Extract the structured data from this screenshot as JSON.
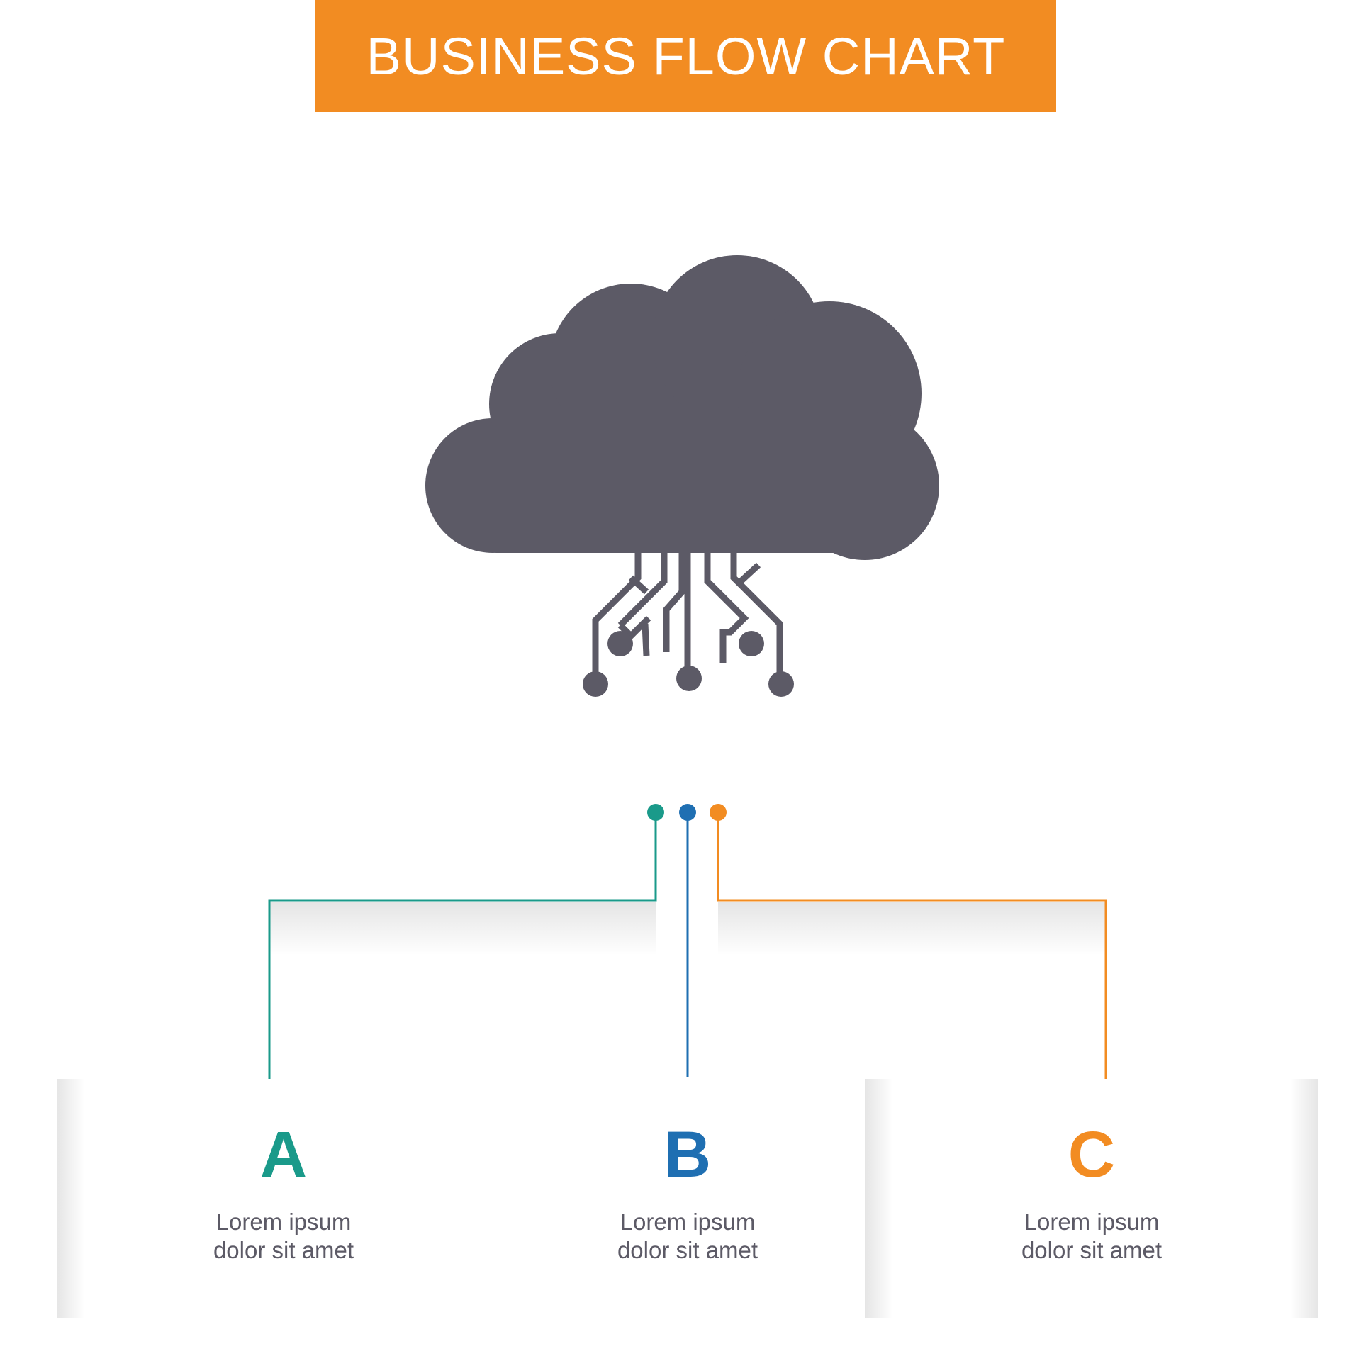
{
  "title": "BUSINESS FLOW CHART",
  "icon": "cloud-circuit-icon",
  "colors": {
    "banner": "#f28c22",
    "icon": "#5c5a66",
    "a": "#1a9a8a",
    "b": "#1f6fb2",
    "c": "#f28c22",
    "text": "#5c5a66"
  },
  "steps": [
    {
      "letter": "A",
      "line1": "Lorem ipsum",
      "line2": "dolor sit amet"
    },
    {
      "letter": "B",
      "line1": "Lorem ipsum",
      "line2": "dolor sit amet"
    },
    {
      "letter": "C",
      "line1": "Lorem ipsum",
      "line2": "dolor sit amet"
    }
  ]
}
